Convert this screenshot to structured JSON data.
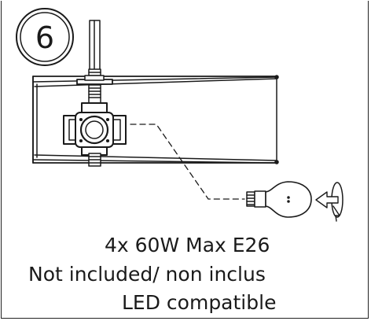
{
  "step": {
    "number": "6"
  },
  "caption": {
    "line1": "4x 60W Max E26",
    "line2": "Not included/ non inclus",
    "line3": "LED compatible"
  },
  "colors": {
    "ink": "#1a1a1a",
    "background": "#ffffff"
  },
  "icons": [
    "fixture-bar",
    "socket-hub",
    "light-bulb",
    "rotate-arrow-icon"
  ]
}
